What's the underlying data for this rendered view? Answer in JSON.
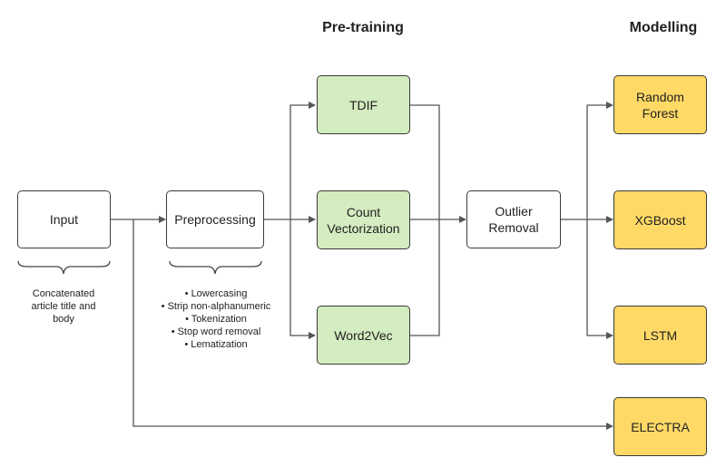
{
  "headings": {
    "pretraining": "Pre-training",
    "modelling": "Modelling"
  },
  "nodes": {
    "input": "Input",
    "preprocessing": "Preprocessing",
    "tdif": "TDIF",
    "count_vectorization": "Count\nVectorization",
    "word2vec": "Word2Vec",
    "outlier_removal": "Outlier\nRemoval",
    "random_forest": "Random\nForest",
    "xgboost": "XGBoost",
    "lstm": "LSTM",
    "electra": "ELECTRA"
  },
  "notes": {
    "input": "Concatenated\narticle title and\nbody",
    "preprocessing": "• Lowercasing\n• Strip non-alphanumeric\n• Tokenization\n• Stop word removal\n• Lematization"
  },
  "colors": {
    "pretraining_fill": "#d3ecc0",
    "modelling_fill": "#ffd966",
    "neutral_fill": "#ffffff",
    "border": "#3a3a3a",
    "connector": "#555555"
  }
}
